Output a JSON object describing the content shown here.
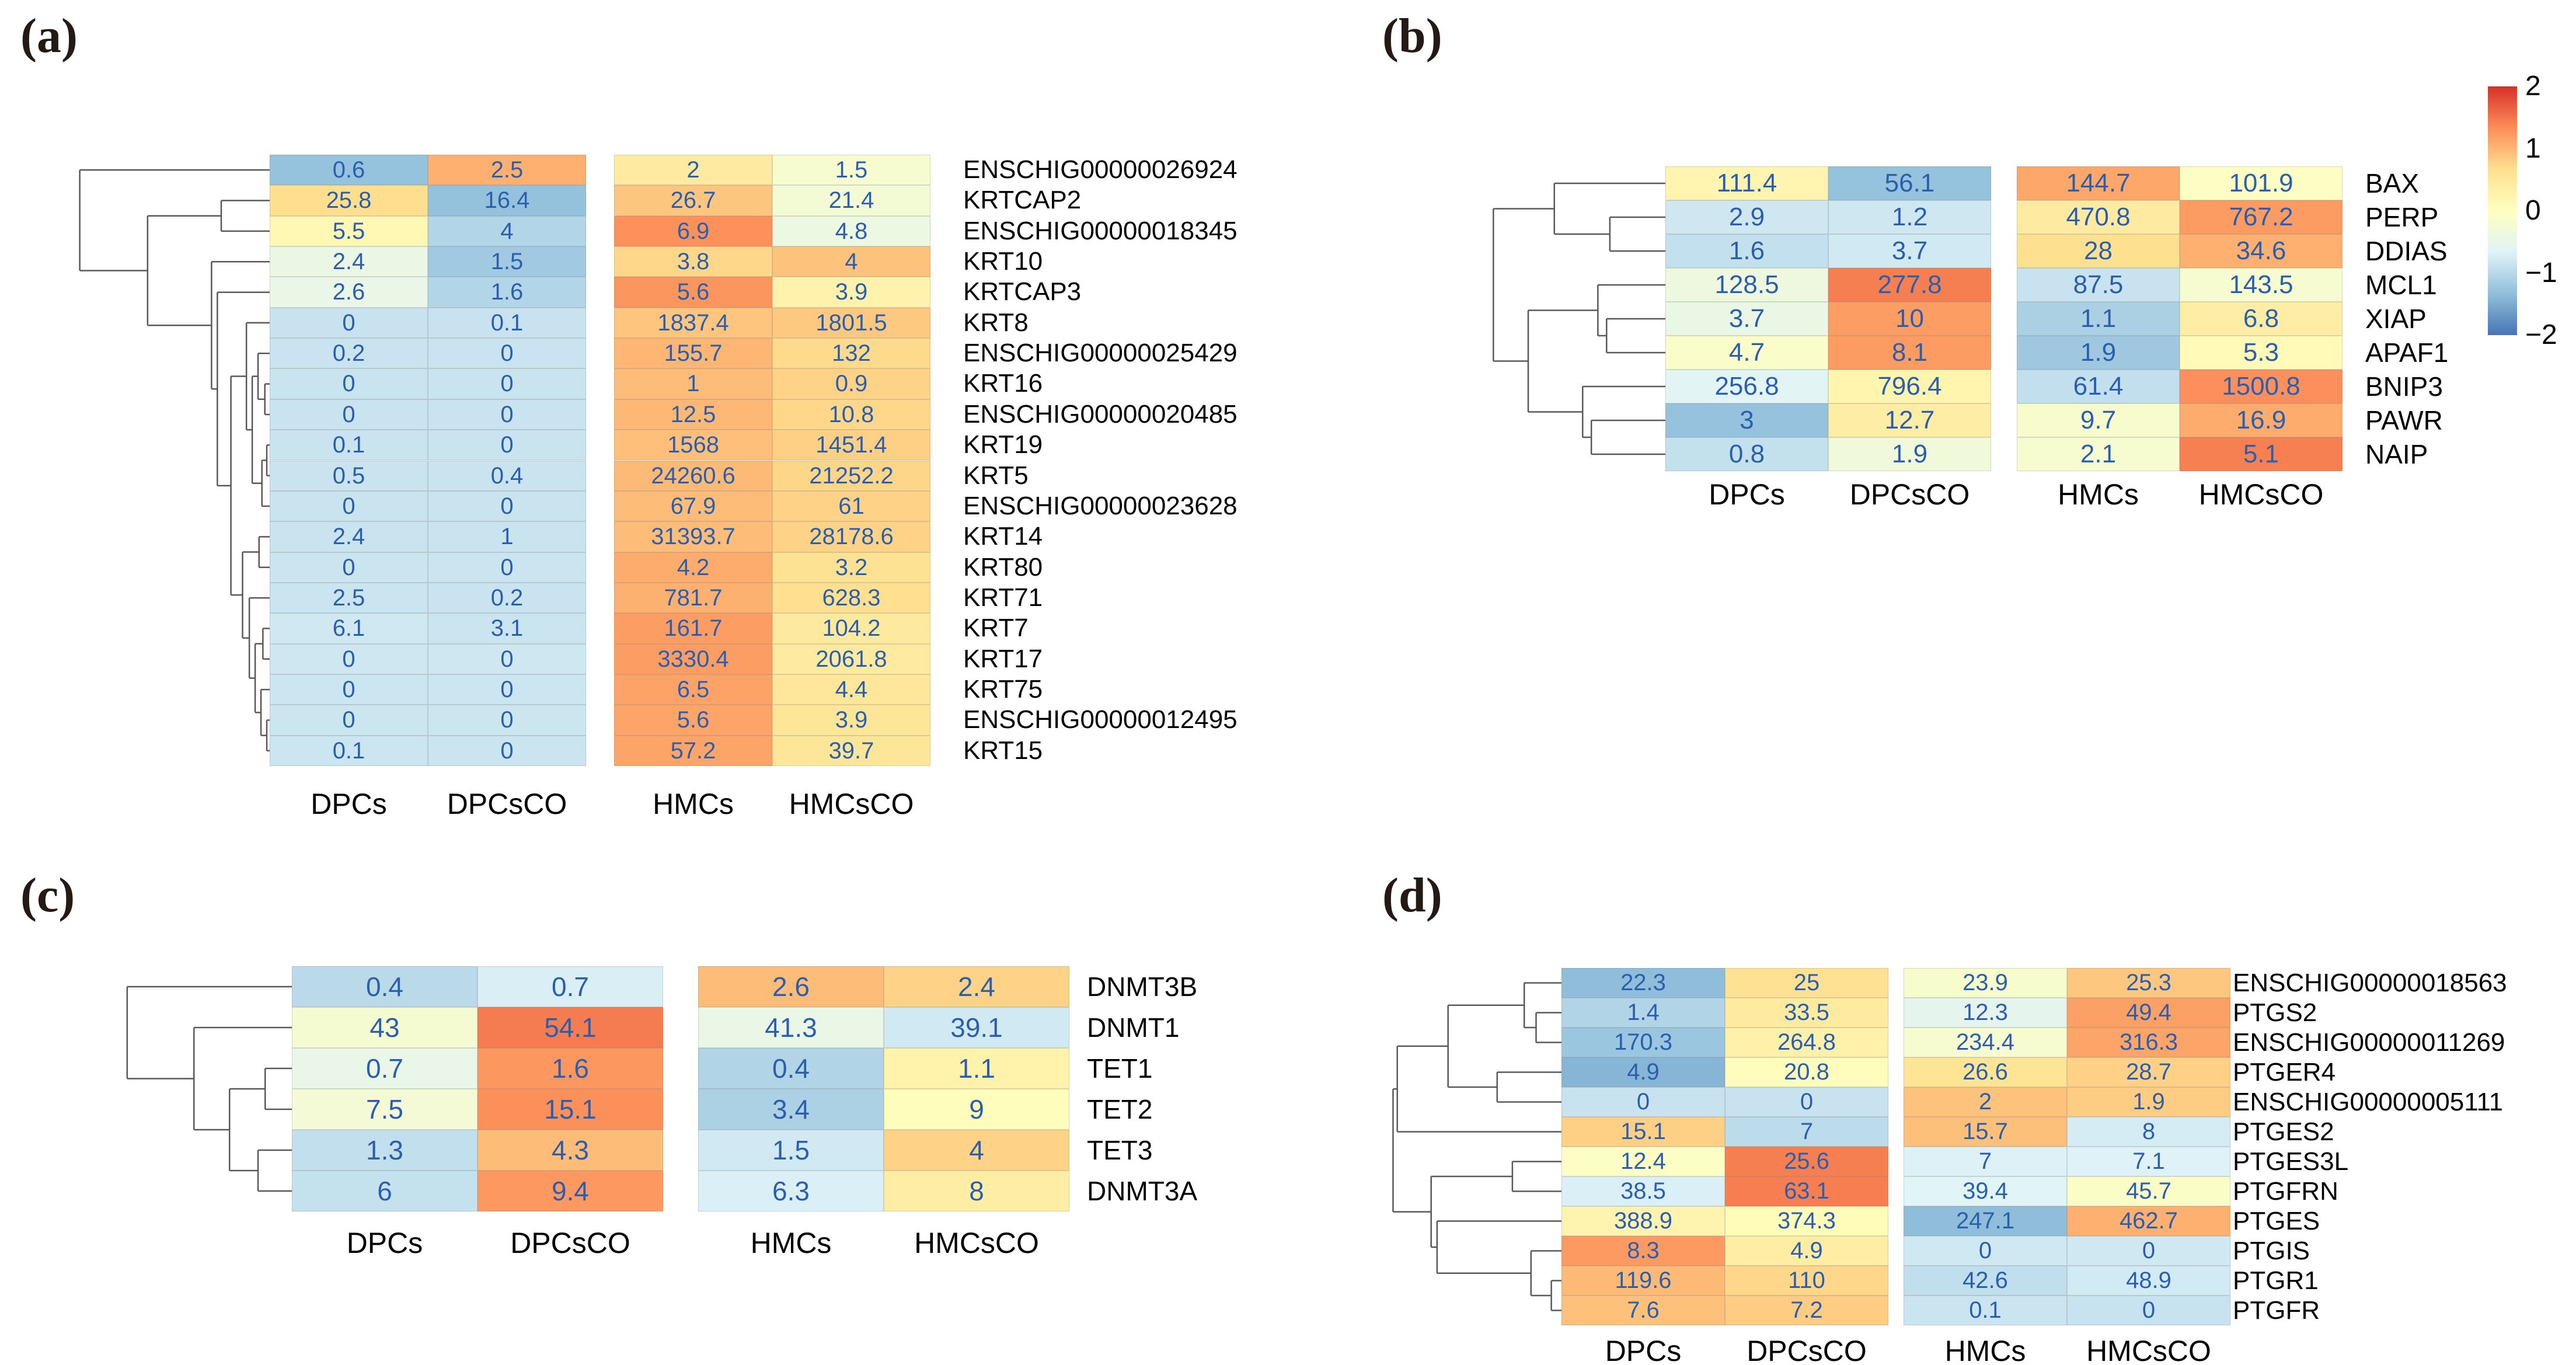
{
  "figure_type": "gene-expression-heatmap-figure",
  "value_text_color": "#2b5fae",
  "chart_data": [
    {
      "panel": "(a)",
      "type": "heatmap",
      "scale": "row z-score",
      "legend_position": "none",
      "columns": [
        "DPCs",
        "DPCsCO",
        "HMCs",
        "HMCsCO"
      ],
      "rows": [
        {
          "gene": "ENSCHIG00000026924",
          "values": [
            0.6,
            2.5,
            2,
            1.5
          ]
        },
        {
          "gene": "KRTCAP2",
          "values": [
            25.8,
            16.4,
            26.7,
            21.4
          ]
        },
        {
          "gene": "ENSCHIG00000018345",
          "values": [
            5.5,
            4,
            6.9,
            4.8
          ]
        },
        {
          "gene": "KRT10",
          "values": [
            2.4,
            1.5,
            3.8,
            4
          ]
        },
        {
          "gene": "KRTCAP3",
          "values": [
            2.6,
            1.6,
            5.6,
            3.9
          ]
        },
        {
          "gene": "KRT8",
          "values": [
            0,
            0.1,
            1837.4,
            1801.5
          ]
        },
        {
          "gene": "ENSCHIG00000025429",
          "values": [
            0.2,
            0,
            155.7,
            132
          ]
        },
        {
          "gene": "KRT16",
          "values": [
            0,
            0,
            1,
            0.9
          ]
        },
        {
          "gene": "ENSCHIG00000020485",
          "values": [
            0,
            0,
            12.5,
            10.8
          ]
        },
        {
          "gene": "KRT19",
          "values": [
            0.1,
            0,
            1568,
            1451.4
          ]
        },
        {
          "gene": "KRT5",
          "values": [
            0.5,
            0.4,
            24260.6,
            21252.2
          ]
        },
        {
          "gene": "ENSCHIG00000023628",
          "values": [
            0,
            0,
            67.9,
            61
          ]
        },
        {
          "gene": "KRT14",
          "values": [
            2.4,
            1,
            31393.7,
            28178.6
          ]
        },
        {
          "gene": "KRT80",
          "values": [
            0,
            0,
            4.2,
            3.2
          ]
        },
        {
          "gene": "KRT71",
          "values": [
            2.5,
            0.2,
            781.7,
            628.3
          ]
        },
        {
          "gene": "KRT7",
          "values": [
            6.1,
            3.1,
            161.7,
            104.2
          ]
        },
        {
          "gene": "KRT17",
          "values": [
            0,
            0,
            3330.4,
            2061.8
          ]
        },
        {
          "gene": "KRT75",
          "values": [
            0,
            0,
            6.5,
            4.4
          ]
        },
        {
          "gene": "ENSCHIG00000012495",
          "values": [
            0,
            0,
            5.6,
            3.9
          ]
        },
        {
          "gene": "KRT15",
          "values": [
            0.1,
            0,
            57.2,
            39.7
          ]
        }
      ]
    },
    {
      "panel": "(b)",
      "type": "heatmap",
      "scale": "row z-score",
      "legend_position": "right",
      "columns": [
        "DPCs",
        "DPCsCO",
        "HMCs",
        "HMCsCO"
      ],
      "rows": [
        {
          "gene": "BAX",
          "values": [
            111.4,
            56.1,
            144.7,
            101.9
          ]
        },
        {
          "gene": "PERP",
          "values": [
            2.9,
            1.2,
            470.8,
            767.2
          ]
        },
        {
          "gene": "DDIAS",
          "values": [
            1.6,
            3.7,
            28,
            34.6
          ]
        },
        {
          "gene": "MCL1",
          "values": [
            128.5,
            277.8,
            87.5,
            143.5
          ]
        },
        {
          "gene": "XIAP",
          "values": [
            3.7,
            10,
            1.1,
            6.8
          ]
        },
        {
          "gene": "APAF1",
          "values": [
            4.7,
            8.1,
            1.9,
            5.3
          ]
        },
        {
          "gene": "BNIP3",
          "values": [
            256.8,
            796.4,
            61.4,
            1500.8
          ]
        },
        {
          "gene": "PAWR",
          "values": [
            3,
            12.7,
            9.7,
            16.9
          ]
        },
        {
          "gene": "NAIP",
          "values": [
            0.8,
            1.9,
            2.1,
            5.1
          ]
        }
      ]
    },
    {
      "panel": "(c)",
      "type": "heatmap",
      "scale": "row z-score",
      "legend_position": "none",
      "columns": [
        "DPCs",
        "DPCsCO",
        "HMCs",
        "HMCsCO"
      ],
      "rows": [
        {
          "gene": "DNMT3B",
          "values": [
            0.4,
            0.7,
            2.6,
            2.4
          ]
        },
        {
          "gene": "DNMT1",
          "values": [
            43,
            54.1,
            41.3,
            39.1
          ]
        },
        {
          "gene": "TET1",
          "values": [
            0.7,
            1.6,
            0.4,
            1.1
          ]
        },
        {
          "gene": "TET2",
          "values": [
            7.5,
            15.1,
            3.4,
            9
          ]
        },
        {
          "gene": "TET3",
          "values": [
            1.3,
            4.3,
            1.5,
            4
          ]
        },
        {
          "gene": "DNMT3A",
          "values": [
            6,
            9.4,
            6.3,
            8
          ]
        }
      ]
    },
    {
      "panel": "(d)",
      "type": "heatmap",
      "scale": "row z-score",
      "legend_position": "none",
      "columns": [
        "DPCs",
        "DPCsCO",
        "HMCs",
        "HMCsCO"
      ],
      "rows": [
        {
          "gene": "ENSCHIG00000018563",
          "values": [
            22.3,
            25,
            23.9,
            25.3
          ]
        },
        {
          "gene": "PTGS2",
          "values": [
            1.4,
            33.5,
            12.3,
            49.4
          ]
        },
        {
          "gene": "ENSCHIG00000011269",
          "values": [
            170.3,
            264.8,
            234.4,
            316.3
          ]
        },
        {
          "gene": "PTGER4",
          "values": [
            4.9,
            20.8,
            26.6,
            28.7
          ]
        },
        {
          "gene": "ENSCHIG00000005111",
          "values": [
            0,
            0,
            2,
            1.9
          ]
        },
        {
          "gene": "PTGES2",
          "values": [
            15.1,
            7,
            15.7,
            8
          ]
        },
        {
          "gene": "PTGES3L",
          "values": [
            12.4,
            25.6,
            7,
            7.1
          ]
        },
        {
          "gene": "PTGFRN",
          "values": [
            38.5,
            63.1,
            39.4,
            45.7
          ]
        },
        {
          "gene": "PTGES",
          "values": [
            388.9,
            374.3,
            247.1,
            462.7
          ]
        },
        {
          "gene": "PTGIS",
          "values": [
            8.3,
            4.9,
            0,
            0
          ]
        },
        {
          "gene": "PTGR1",
          "values": [
            119.6,
            110,
            42.6,
            48.9
          ]
        },
        {
          "gene": "PTGFR",
          "values": [
            7.6,
            7.2,
            0.1,
            0
          ]
        }
      ]
    }
  ],
  "colorbar": {
    "ticks": [
      "2",
      "1",
      "0",
      "−1",
      "−2"
    ],
    "range": [
      -2,
      2
    ],
    "palette": [
      "#4575b4",
      "#91bfdb",
      "#e0f3f8",
      "#ffffbf",
      "#fee090",
      "#fc8d59",
      "#d73027"
    ]
  }
}
